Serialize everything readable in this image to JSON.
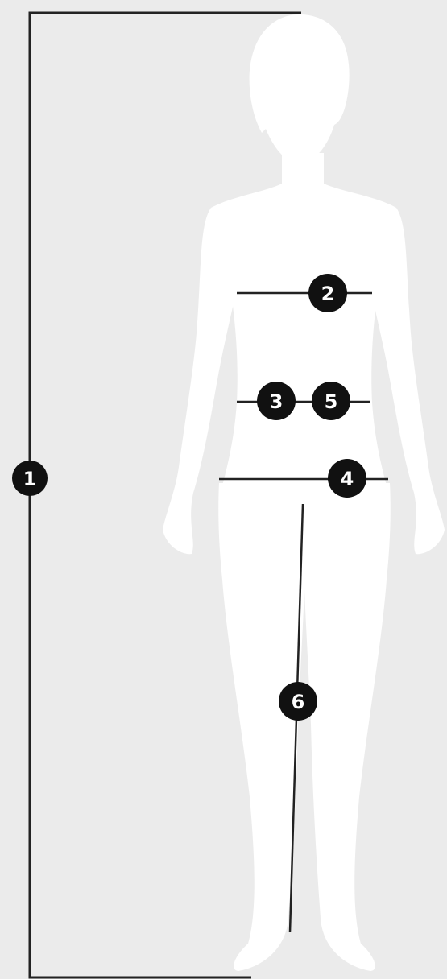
{
  "figure": {
    "background": "#ebebeb",
    "silhouette_color": "#ffffff",
    "line_color": "#222222"
  },
  "markers": [
    {
      "id": "1",
      "label": "1"
    },
    {
      "id": "2",
      "label": "2"
    },
    {
      "id": "3",
      "label": "3"
    },
    {
      "id": "4",
      "label": "4"
    },
    {
      "id": "5",
      "label": "5"
    },
    {
      "id": "6",
      "label": "6"
    }
  ]
}
